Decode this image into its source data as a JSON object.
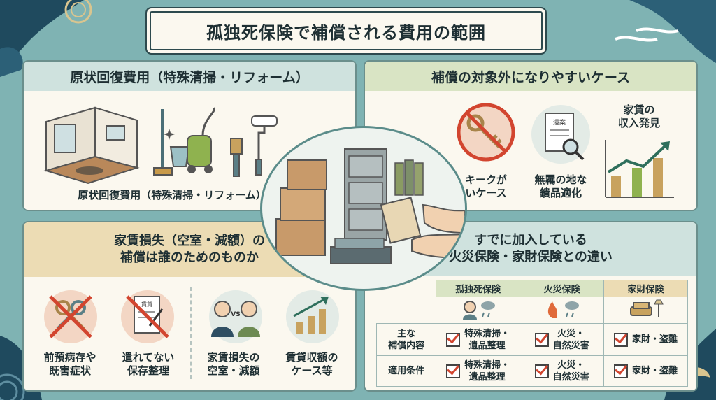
{
  "title": "孤独死保険で補償される費用の範囲",
  "panel_restore": {
    "heading": "原状回復費用（特殊清掃・リフォーム）",
    "caption": "原状回復費用（特殊清掃・リフォーム）"
  },
  "panel_excluded": {
    "heading": "補償の対象外になりやすいケース",
    "items": [
      {
        "label": "キークが\nいケース",
        "icon": "no-key-icon"
      },
      {
        "label": "無羈の地な\n鐀品適化",
        "icon": "document-magnifier-icon",
        "doc_text": "遺案"
      },
      {
        "label": "家賃の\n収入発見",
        "icon": "rising-chart-icon"
      }
    ]
  },
  "panel_rent": {
    "heading": "家賃損失（空室・減額）の\n補償は誰のためのものか",
    "items": [
      {
        "label": "前預病存や\n既害症状",
        "icon": "crossed-keys-icon"
      },
      {
        "label": "遣れてない\n保存整理",
        "icon": "crossed-document-icon",
        "doc_text": "賃貸"
      },
      {
        "label": "家賃損失の\n空室・減額",
        "icon": "two-people-vs-icon",
        "badge": "VS"
      },
      {
        "label": "賃貸収額の\nケース等",
        "icon": "bar-chart-icon"
      }
    ]
  },
  "panel_compare": {
    "heading": "すでに加入している\n火災保険・家財保険との違い",
    "columns": [
      "孤独死保険",
      "火災保険",
      "家財保険"
    ],
    "rows": [
      {
        "label": "主な\n補償内容",
        "cells": [
          "特殊清掃・\n遺品整理",
          "火災・\n自然災害",
          "家財・盗難"
        ]
      },
      {
        "label": "適用条件",
        "cells": [
          "特殊清掃・\n遺品整理",
          "火災・\n自然災害",
          "家財・盗難"
        ]
      }
    ]
  },
  "colors": {
    "background": "#7fb3b3",
    "panel": "#fbf8ef",
    "header_teal": "#cfe2de",
    "header_green": "#d9e4c4",
    "header_tan": "#ecdcb4",
    "accent_red": "#d2452f",
    "dark_text": "#1e2f33"
  }
}
